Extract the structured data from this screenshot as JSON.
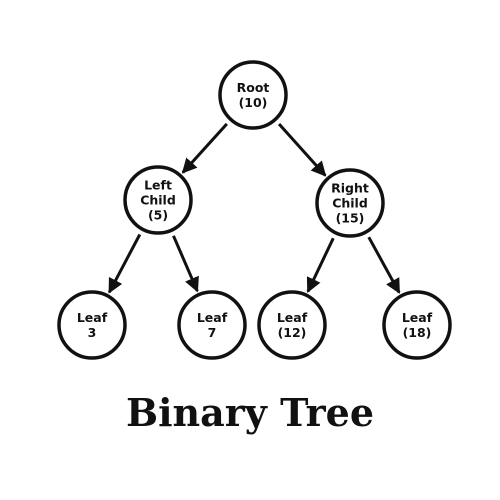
{
  "colors": {
    "stroke": "#111111",
    "background": "#ffffff"
  },
  "title": "Binary Tree",
  "nodes": [
    {
      "id": "root",
      "lines": [
        "Root",
        "(10)"
      ]
    },
    {
      "id": "left-child",
      "lines": [
        "Left",
        "Child",
        "(5)"
      ]
    },
    {
      "id": "right-child",
      "lines": [
        "Right",
        "Child",
        "(15)"
      ]
    },
    {
      "id": "leaf-3",
      "lines": [
        "Leaf",
        "3"
      ]
    },
    {
      "id": "leaf-7",
      "lines": [
        "Leaf",
        "7"
      ]
    },
    {
      "id": "leaf-12",
      "lines": [
        "Leaf",
        "(12)"
      ]
    },
    {
      "id": "leaf-18",
      "lines": [
        "Leaf",
        "(18)"
      ]
    }
  ],
  "edges": [
    {
      "from": "root",
      "to": "left-child"
    },
    {
      "from": "root",
      "to": "right-child"
    },
    {
      "from": "left-child",
      "to": "leaf-3"
    },
    {
      "from": "left-child",
      "to": "leaf-7"
    },
    {
      "from": "right-child",
      "to": "leaf-12"
    },
    {
      "from": "right-child",
      "to": "leaf-18"
    }
  ]
}
